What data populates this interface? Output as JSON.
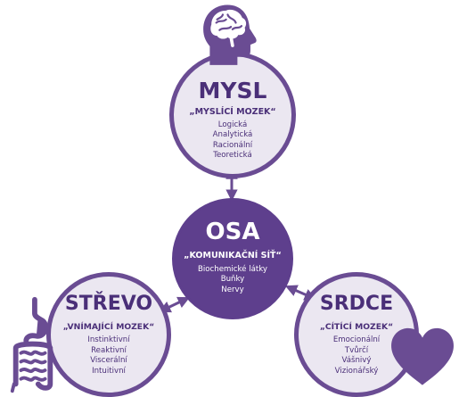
{
  "colors": {
    "accent": "#6a4c93",
    "dark": "#5e3f8d",
    "light_fill": "#ebe7f1",
    "icon": "#6a4c93"
  },
  "nodes": {
    "mysl": {
      "title": "MYSL",
      "subtitle": "„MYSLÍCÍ MOZEK“",
      "items": [
        "Logická",
        "Analytická",
        "Racionální",
        "Teoretická"
      ],
      "icon": "brain-head-icon"
    },
    "osa": {
      "title": "OSA",
      "subtitle": "„KOMUNIKAČNÍ SÍŤ“",
      "items": [
        "Biochemické látky",
        "Buňky",
        "Nervy"
      ]
    },
    "strevo": {
      "title": "STŘEVO",
      "subtitle": "„VNÍMAJÍCÍ MOZEK“",
      "items": [
        "Instinktivní",
        "Reaktivní",
        "Viscerální",
        "Intuitivní"
      ],
      "icon": "intestines-icon"
    },
    "srdce": {
      "title": "SRDCE",
      "subtitle": "„CÍTÍCÍ MOZEK“",
      "items": [
        "Emocionální",
        "Tvůrčí",
        "Vášnivý",
        "Vizionářský"
      ],
      "icon": "heart-icon"
    }
  }
}
